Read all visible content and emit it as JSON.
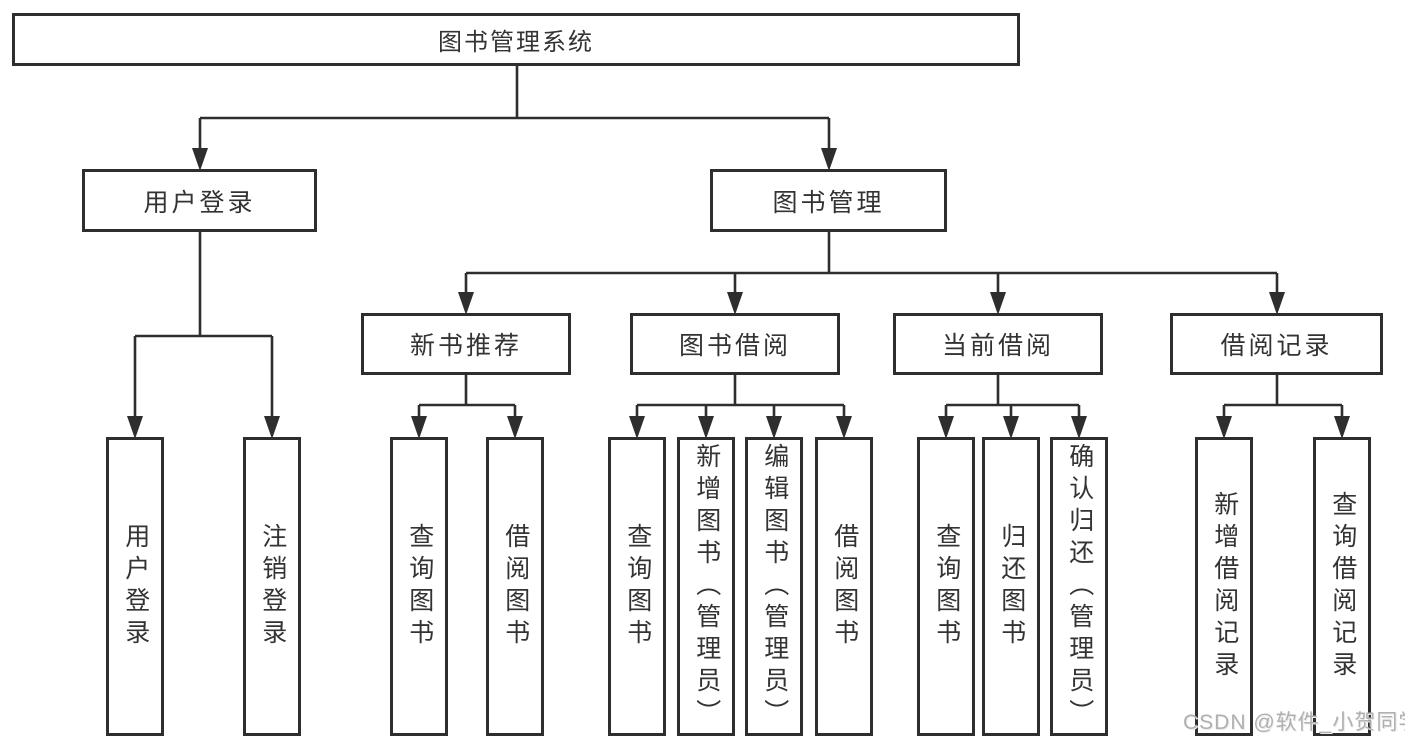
{
  "diagram": {
    "title": "图书管理系统",
    "level2": {
      "user_login": "用户登录",
      "book_mgmt": "图书管理"
    },
    "level3": {
      "new_book_rec": "新书推荐",
      "book_borrow": "图书借阅",
      "current_borrow": "当前借阅",
      "borrow_records": "借阅记录"
    },
    "leaves": {
      "user_login": "用户登录",
      "logout": "注销登录",
      "rec_query_book": "查询图书",
      "rec_borrow_book": "借阅图书",
      "bb_query_book": "查询图书",
      "bb_add_book": "新增图书（管理员）",
      "bb_edit_book": "编辑图书（管理员）",
      "bb_borrow_book": "借阅图书",
      "cb_query_book": "查询图书",
      "cb_return_book": "归还图书",
      "cb_confirm_return": "确认归还（管理员）",
      "br_add_record": "新增借阅记录",
      "br_query_record": "查询借阅记录"
    }
  },
  "watermark": "CSDN @软件_小贺同学",
  "colors": {
    "line": "#2e2e2e",
    "text": "#333333",
    "watermark": "#b0b0b0",
    "background": "#ffffff"
  }
}
